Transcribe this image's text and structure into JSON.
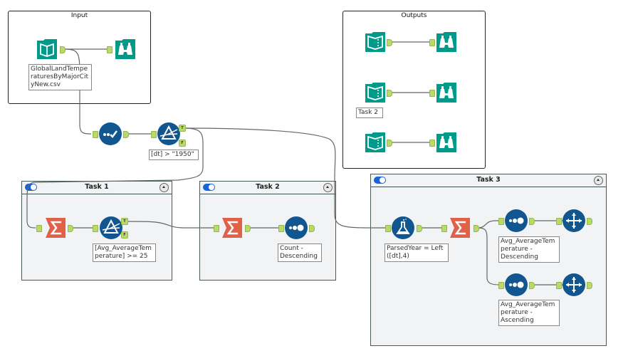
{
  "colors": {
    "io_teal": "#009a8a",
    "prep_blue": "#12568f",
    "summarize_red": "#e06048",
    "port_green": "#b9d96a",
    "wire": "#555555",
    "toggle_blue": "#1565d8"
  },
  "containers": {
    "input": {
      "title": "Input"
    },
    "outputs": {
      "title": "Outputs"
    },
    "task1": {
      "title": "Task 1",
      "enabled": true
    },
    "task2": {
      "title": "Task 2",
      "enabled": true
    },
    "task3": {
      "title": "Task 3",
      "enabled": true
    }
  },
  "tools": {
    "input_data": {
      "icon": "input-data-book-icon",
      "annotation": "GlobalLandTempe\nraturesByMajorCit\nyNew.csv"
    },
    "browse_input": {
      "icon": "browse-binoculars-icon"
    },
    "select": {
      "icon": "select-check-icon"
    },
    "filter_main": {
      "icon": "filter-prism-icon",
      "annotation": "[dt] > \"1950\"",
      "true_label": "T",
      "false_label": "F"
    },
    "t1_summarize": {
      "icon": "summarize-sigma-icon"
    },
    "t1_filter": {
      "icon": "filter-prism-icon",
      "annotation": "[Avg_AverageTem\nperature] >= 25",
      "true_label": "T",
      "false_label": "F"
    },
    "t2_summarize": {
      "icon": "summarize-sigma-icon"
    },
    "t2_sort": {
      "icon": "sort-dots-icon",
      "annotation": "Count -\nDescending"
    },
    "t3_formula": {
      "icon": "formula-flask-icon",
      "annotation": "ParsedYear = Left\n([dt],4)"
    },
    "t3_summarize": {
      "icon": "summarize-sigma-icon"
    },
    "t3_sort_desc": {
      "icon": "sort-dots-icon",
      "annotation": "Avg_AverageTem\nperature -\nDescending"
    },
    "t3_sort_asc": {
      "icon": "sort-dots-icon",
      "annotation": "Avg_AverageTem\nperature -\nAscending"
    },
    "t3_sample_1": {
      "icon": "sample-move-icon"
    },
    "t3_sample_2": {
      "icon": "sample-move-icon"
    },
    "out_text_1": {
      "icon": "text-input-icon"
    },
    "out_text_2": {
      "icon": "text-input-icon",
      "annotation": "Task 2"
    },
    "out_text_3": {
      "icon": "text-input-icon"
    },
    "out_browse_1": {
      "icon": "browse-binoculars-icon"
    },
    "out_browse_2": {
      "icon": "browse-binoculars-icon"
    },
    "out_browse_3": {
      "icon": "browse-binoculars-icon"
    }
  }
}
